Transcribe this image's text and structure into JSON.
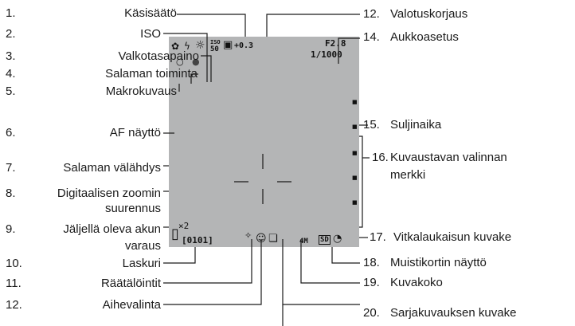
{
  "left_labels": [
    {
      "num": "1.",
      "text": "Käsisäätö"
    },
    {
      "num": "2.",
      "text": "ISO"
    },
    {
      "num": "3.",
      "text": "Valkotasapaino"
    },
    {
      "num": "4.",
      "text": "Salaman toiminta"
    },
    {
      "num": "5.",
      "text": "Makrokuvaus"
    },
    {
      "num": "6.",
      "text": "AF näyttö"
    },
    {
      "num": "7.",
      "text": "Salaman välähdys"
    },
    {
      "num": "8.",
      "text": "Digitaalisen zoomin",
      "text2": "suurennus"
    },
    {
      "num": "9.",
      "text": "Jäljellä oleva akun",
      "text2": "varaus"
    },
    {
      "num": "10.",
      "text": "Laskuri"
    },
    {
      "num": "11.",
      "text": "Räätälöintit"
    },
    {
      "num": "12.",
      "text": "Aihevalinta"
    }
  ],
  "right_labels": [
    {
      "num": "12.",
      "text": "Valotuskorjaus"
    },
    {
      "num": "14.",
      "text": "Aukkoasetus"
    },
    {
      "num": "15.",
      "text": "Suljinaika"
    },
    {
      "num": "16.",
      "text": "Kuvaustavan valinnan",
      "text2": "merkki"
    },
    {
      "num": "17.",
      "text": "Vitkalaukaisun kuvake"
    },
    {
      "num": "18.",
      "text": "Muistikortin näyttö"
    },
    {
      "num": "19.",
      "text": "Kuvakoko"
    },
    {
      "num": "20.",
      "text": "Sarjakuvauksen kuvake"
    }
  ],
  "lcd": {
    "aperture": "F2.8",
    "shutter": "1/1000",
    "exposure_comp": "+0.3",
    "iso_top": "ISO",
    "iso_value": "50",
    "zoom": "×2",
    "counter": "[0101]",
    "image_size": "4M",
    "card": "SD"
  },
  "icons": {
    "macro": "macro-icon",
    "flash_mode": "flash-icon",
    "white_balance": "white-balance-sun-icon",
    "manual": "manual-mode-icon",
    "af_ok": "af-indicator-icon",
    "flash_fire": "flash-ready-icon",
    "battery": "battery-icon",
    "customize": "custom-settings-icon",
    "scene": "scene-mode-icon",
    "drive": "continuous-drive-icon",
    "self_timer": "self-timer-icon"
  },
  "colors": {
    "screen": "#b4b5b6",
    "lines": "#1a1a1a"
  }
}
